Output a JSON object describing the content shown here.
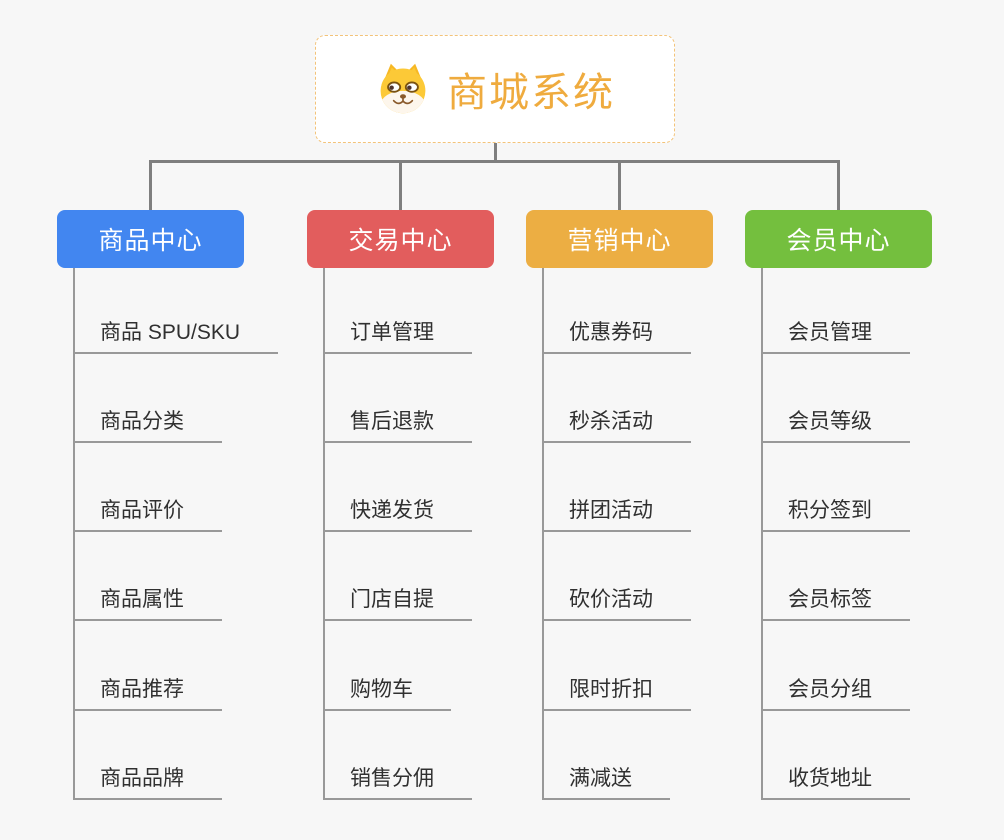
{
  "root": {
    "title": "商城系统",
    "icon": "shiba-dog-icon",
    "title_color": "#efab3e",
    "border_color": "#f3c379"
  },
  "connector_color": "#7f7f7f",
  "leaf_line_color": "#999999",
  "branches": [
    {
      "label": "商品中心",
      "color": "#4286f0",
      "items": [
        "商品 SPU/SKU",
        "商品分类",
        "商品评价",
        "商品属性",
        "商品推荐",
        "商品品牌"
      ]
    },
    {
      "label": "交易中心",
      "color": "#e25d5d",
      "items": [
        "订单管理",
        "售后退款",
        "快递发货",
        "门店自提",
        "购物车",
        "销售分佣"
      ]
    },
    {
      "label": "营销中心",
      "color": "#ecae43",
      "items": [
        "优惠券码",
        "秒杀活动",
        "拼团活动",
        "砍价活动",
        "限时折扣",
        "满减送"
      ]
    },
    {
      "label": "会员中心",
      "color": "#74bf3e",
      "items": [
        "会员管理",
        "会员等级",
        "积分签到",
        "会员标签",
        "会员分组",
        "收货地址"
      ]
    }
  ]
}
